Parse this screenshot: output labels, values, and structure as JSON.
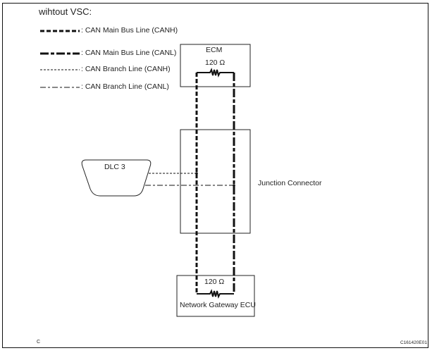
{
  "title": "wihtout VSC:",
  "legend": [
    {
      "label": ": CAN Main Bus Line (CANH)",
      "style": "thick-dashed"
    },
    {
      "label": ": CAN Main Bus Line (CANL)",
      "style": "thick-long-dash"
    },
    {
      "label": ": CAN Branch Line (CANH)",
      "style": "thin-dashed"
    },
    {
      "label": ": CAN Branch Line (CANL)",
      "style": "thin-dash-dot"
    }
  ],
  "components": {
    "ecm": {
      "label": "ECM",
      "resistor": "120 Ω"
    },
    "dlc": {
      "label": "DLC 3"
    },
    "junction": {
      "label": "Junction Connector"
    },
    "gateway": {
      "label": "Network Gateway ECU",
      "resistor": "120 Ω"
    }
  },
  "footer": {
    "left": "C",
    "code": "C161420E01"
  }
}
